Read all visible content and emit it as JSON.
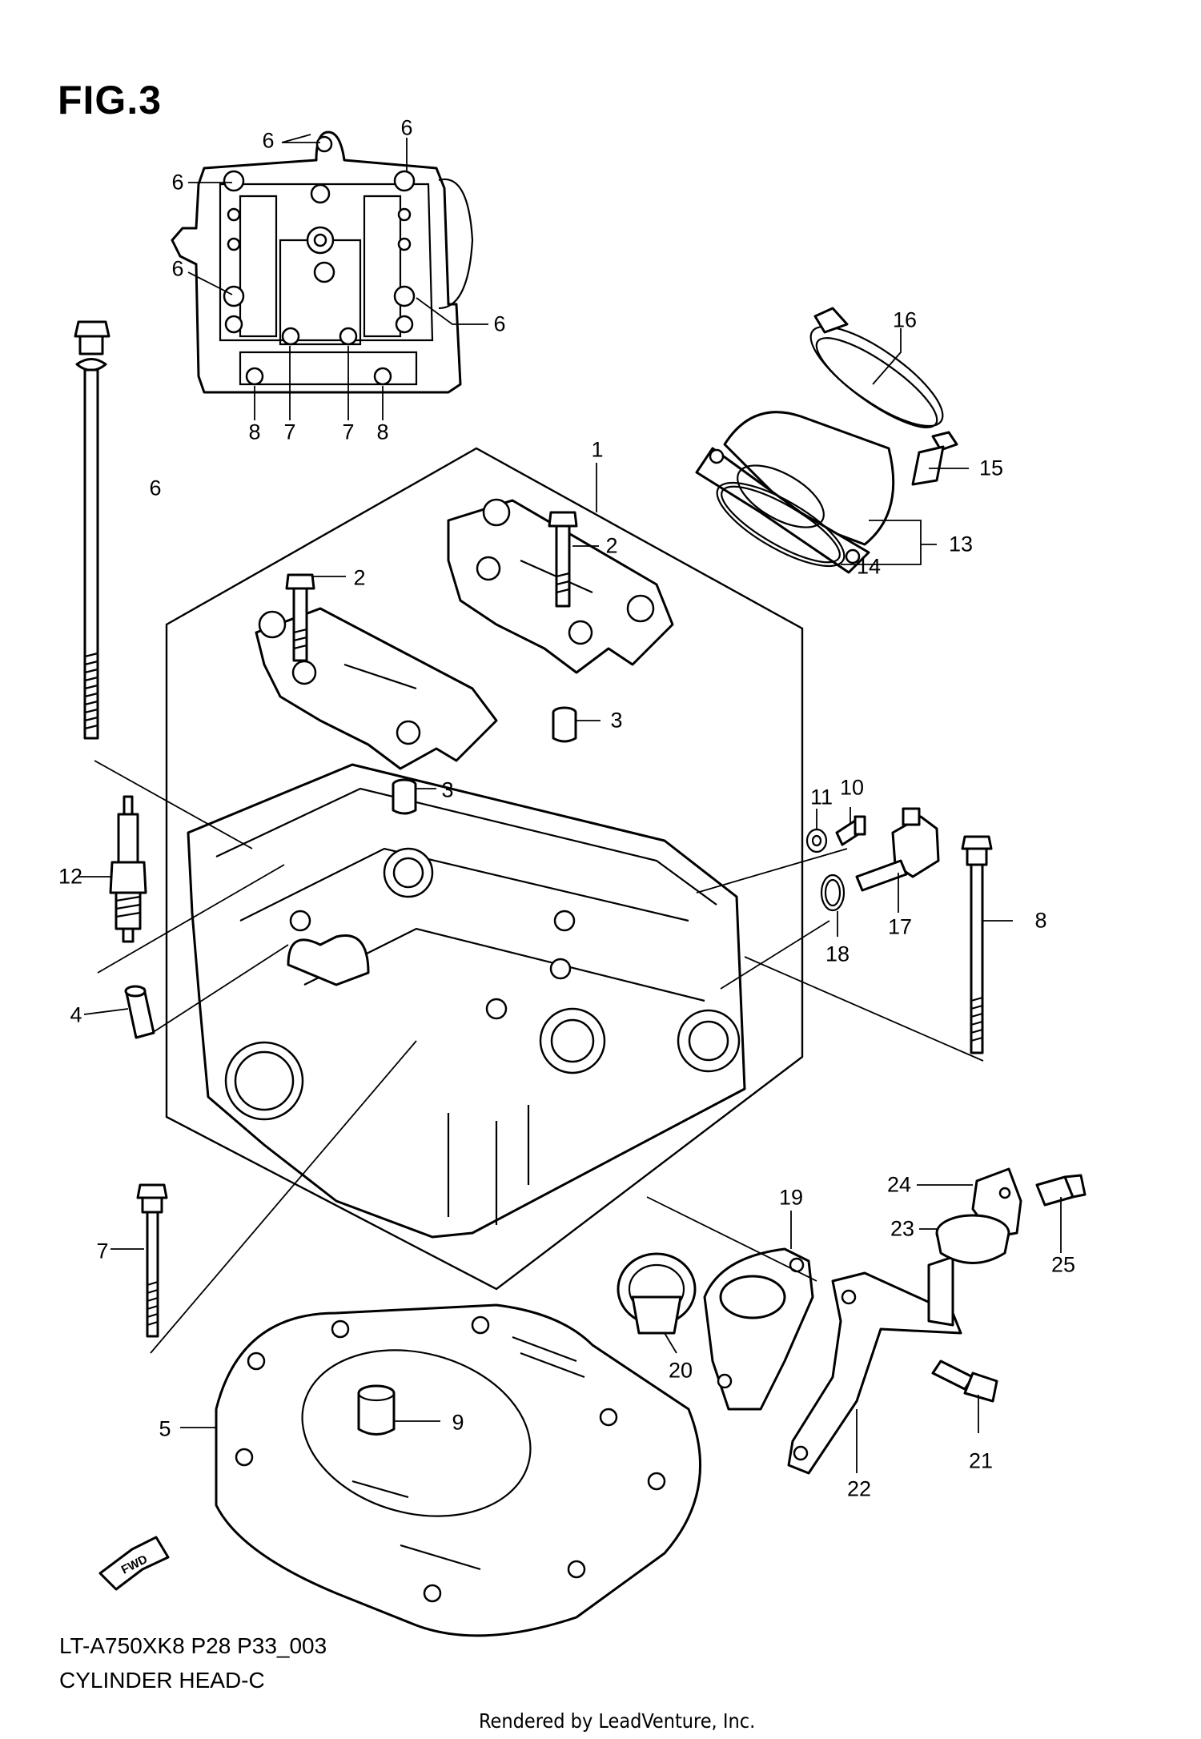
{
  "figure": {
    "title": "FIG.3"
  },
  "callouts": [
    {
      "id": "c6a",
      "label": "6"
    },
    {
      "id": "c6b",
      "label": "6"
    },
    {
      "id": "c6c",
      "label": "6"
    },
    {
      "id": "c6d",
      "label": "6"
    },
    {
      "id": "c6e",
      "label": "6"
    },
    {
      "id": "c6f",
      "label": "6"
    },
    {
      "id": "c8a",
      "label": "8"
    },
    {
      "id": "c7a",
      "label": "7"
    },
    {
      "id": "c7b",
      "label": "7"
    },
    {
      "id": "c8b",
      "label": "8"
    },
    {
      "id": "c16",
      "label": "16"
    },
    {
      "id": "c15",
      "label": "15"
    },
    {
      "id": "c1",
      "label": "1"
    },
    {
      "id": "c13",
      "label": "13"
    },
    {
      "id": "c14",
      "label": "14"
    },
    {
      "id": "c2a",
      "label": "2"
    },
    {
      "id": "c2b",
      "label": "2"
    },
    {
      "id": "c3a",
      "label": "3"
    },
    {
      "id": "c3b",
      "label": "3"
    },
    {
      "id": "c11",
      "label": "11"
    },
    {
      "id": "c10",
      "label": "10"
    },
    {
      "id": "c12",
      "label": "12"
    },
    {
      "id": "c17",
      "label": "17"
    },
    {
      "id": "c8c",
      "label": "8"
    },
    {
      "id": "c18",
      "label": "18"
    },
    {
      "id": "c4",
      "label": "4"
    },
    {
      "id": "c19",
      "label": "19"
    },
    {
      "id": "c24",
      "label": "24"
    },
    {
      "id": "c23",
      "label": "23"
    },
    {
      "id": "c25",
      "label": "25"
    },
    {
      "id": "c7c",
      "label": "7"
    },
    {
      "id": "c20",
      "label": "20"
    },
    {
      "id": "c9",
      "label": "9"
    },
    {
      "id": "c5",
      "label": "5"
    },
    {
      "id": "c21",
      "label": "21"
    },
    {
      "id": "c22",
      "label": "22"
    }
  ],
  "direction_marker": {
    "text": "FWD"
  },
  "footer": {
    "code": "LT-A750XK8  P28  P33_003",
    "name": "CYLINDER HEAD-C",
    "credit": "Rendered by LeadVenture, Inc."
  }
}
